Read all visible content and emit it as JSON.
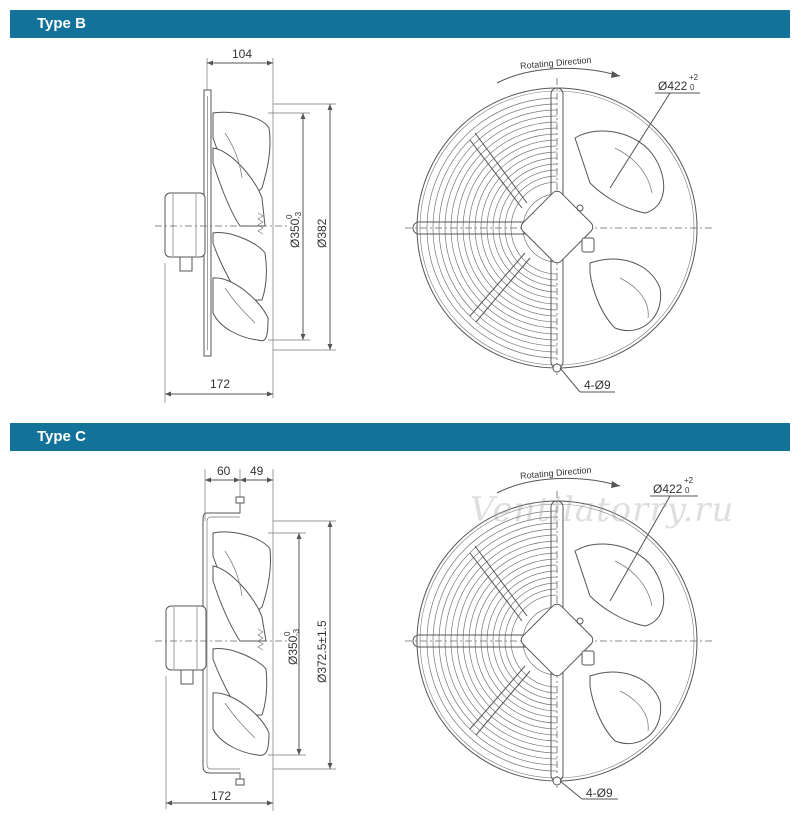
{
  "sections": [
    {
      "title": "Type B",
      "side_view": {
        "depth_top": "104",
        "dia_blade": "Ø350",
        "dia_blade_tol_upper": "0",
        "dia_blade_tol_lower": "-3",
        "dia_overall": "Ø382",
        "depth_total": "172"
      },
      "front_view": {
        "rotation": "Rotating Direction",
        "dia_guard": "Ø422",
        "dia_guard_tol_upper": "+2",
        "dia_guard_tol_lower": "0",
        "holes": "4-Ø9"
      }
    },
    {
      "title": "Type C",
      "side_view": {
        "depth_a": "60",
        "depth_b": "49",
        "dia_blade": "Ø350",
        "dia_blade_tol_upper": "0",
        "dia_blade_tol_lower": "-3",
        "dia_overall": "Ø372.5±1.5",
        "depth_total": "172"
      },
      "front_view": {
        "rotation": "Rotating Direction",
        "dia_guard": "Ø422",
        "dia_guard_tol_upper": "+2",
        "dia_guard_tol_lower": "0",
        "holes": "4-Ø9"
      }
    }
  ],
  "watermark": "Ventilatorry.ru",
  "colors": {
    "header_bar": "#13729a",
    "header_text": "#ffffff",
    "line": "#555555"
  }
}
